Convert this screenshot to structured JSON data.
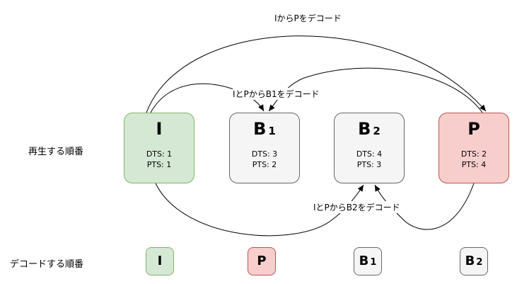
{
  "labels": {
    "i_to_p": "IからPをデコード",
    "ip_to_b1": "IとPからB1をデコード",
    "ip_to_b2": "IとPからB2をデコード"
  },
  "rows": {
    "playback": "再生する順番",
    "decode": "デコードする順番"
  },
  "frames": [
    {
      "letter": "I",
      "sub": "",
      "dts": "DTS: 1",
      "pts": "PTS: 1",
      "color": "#d5e8d4"
    },
    {
      "letter": "B",
      "sub": "1",
      "dts": "DTS: 3",
      "pts": "PTS: 2",
      "color": "#f5f5f5"
    },
    {
      "letter": "B",
      "sub": "2",
      "dts": "DTS: 4",
      "pts": "PTS: 3",
      "color": "#f5f5f5"
    },
    {
      "letter": "P",
      "sub": "",
      "dts": "DTS: 2",
      "pts": "PTS: 4",
      "color": "#f8cecc"
    }
  ],
  "decode_order": [
    {
      "letter": "I",
      "sub": "",
      "color": "#d5e8d4"
    },
    {
      "letter": "P",
      "sub": "",
      "color": "#f8cecc"
    },
    {
      "letter": "B",
      "sub": "1",
      "color": "#f5f5f5"
    },
    {
      "letter": "B",
      "sub": "2",
      "color": "#f5f5f5"
    }
  ]
}
